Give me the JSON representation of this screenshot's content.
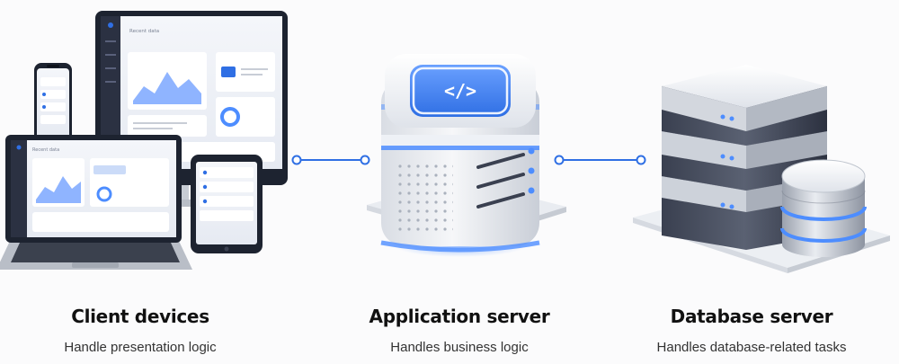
{
  "nodes": [
    {
      "id": "client",
      "title": "Client devices",
      "subtitle": "Handle presentation logic",
      "icon": "devices-icon"
    },
    {
      "id": "app",
      "title": "Application server",
      "subtitle": "Handles business logic",
      "icon": "code-icon"
    },
    {
      "id": "db",
      "title": "Database server",
      "subtitle": "Handles database-related tasks",
      "icon": "database-icon"
    }
  ],
  "screen_labels": {
    "monitor": "Recent data",
    "laptop": "Recent data"
  },
  "code_glyph": "</>",
  "links": [
    {
      "from": "client",
      "to": "app"
    },
    {
      "from": "app",
      "to": "db"
    }
  ],
  "colors": {
    "accent": "#2f6fe4",
    "background": "#fbfbfc",
    "text_title": "#111111",
    "text_sub": "#333333"
  }
}
